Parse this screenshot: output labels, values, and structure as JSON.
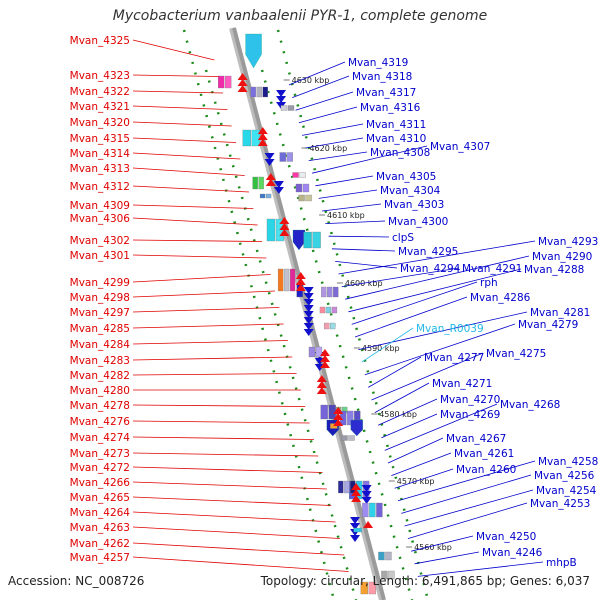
{
  "title": "Mycobacterium vanbaalenii PYR-1, complete genome",
  "footer": {
    "accession": "Accession: NC_008726",
    "summary": "Topology: circular, Length: 6,491,865 bp; Genes: 6,037"
  },
  "ticks": [
    "4630 kbp",
    "4620 kbp",
    "4610 kbp",
    "4600 kbp",
    "4590 kbp",
    "4580 kbp",
    "4570 kbp",
    "4560 kbp"
  ],
  "left_labels": [
    "Mvan_4325",
    "Mvan_4323",
    "Mvan_4322",
    "Mvan_4321",
    "Mvan_4320",
    "Mvan_4315",
    "Mvan_4314",
    "Mvan_4313",
    "Mvan_4312",
    "Mvan_4309",
    "Mvan_4306",
    "Mvan_4302",
    "Mvan_4301",
    "Mvan_4299",
    "Mvan_4298",
    "Mvan_4297",
    "Mvan_4285",
    "Mvan_4284",
    "Mvan_4283",
    "Mvan_4282",
    "Mvan_4280",
    "Mvan_4278",
    "Mvan_4276",
    "Mvan_4274",
    "Mvan_4273",
    "Mvan_4272",
    "Mvan_4266",
    "Mvan_4265",
    "Mvan_4264",
    "Mvan_4263",
    "Mvan_4262",
    "Mvan_4257"
  ],
  "right_labels": [
    "Mvan_4319",
    "Mvan_4318",
    "Mvan_4317",
    "Mvan_4316",
    "Mvan_4311",
    "Mvan_4310",
    "Mvan_4308",
    "Mvan_4307",
    "Mvan_4305",
    "Mvan_4304",
    "Mvan_4303",
    "Mvan_4300",
    "clpS",
    "Mvan_4295",
    "Mvan_4294",
    "Mvan_4293",
    "Mvan_4291",
    "Mvan_4290",
    "Mvan_4288",
    "rph",
    "Mvan_4286",
    "Mvan_4281",
    "Mvan_R0039",
    "Mvan_4279",
    "Mvan_4277",
    "Mvan_4275",
    "Mvan_4271",
    "Mvan_4270",
    "Mvan_4269",
    "Mvan_4268",
    "Mvan_4267",
    "Mvan_4261",
    "Mvan_4260",
    "Mvan_4258",
    "Mvan_4256",
    "Mvan_4254",
    "Mvan_4253",
    "Mvan_4250",
    "Mvan_4246",
    "mhpB"
  ],
  "colors": {
    "left_label": "#e00000",
    "right_label": "#0000cc",
    "rna_label": "#22b8e8",
    "backbone": "#9a9a9a",
    "dotted": "#1a8a1a",
    "forward_arrow": "#ee1111",
    "reverse_arrow": "#1111cc"
  }
}
